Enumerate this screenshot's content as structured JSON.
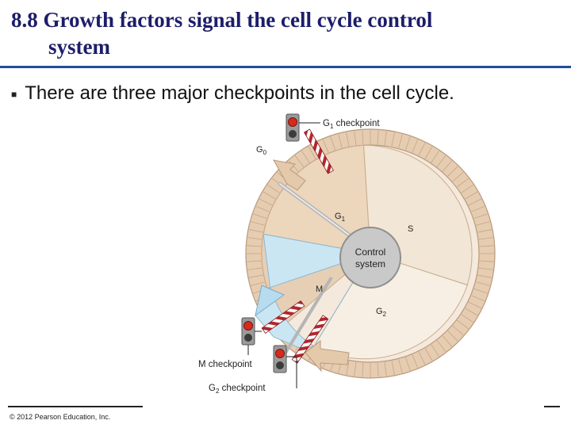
{
  "slide": {
    "title_line1": "8.8 Growth factors signal the cell cycle control",
    "title_line2": "system",
    "bullet": "There are three major checkpoints in the cell cycle.",
    "copyright": "© 2012 Pearson Education, Inc."
  },
  "diagram": {
    "phases": {
      "g0": "G",
      "g0_sub": "0",
      "g1": "G",
      "g1_sub": "1",
      "s": "S",
      "g2": "G",
      "g2_sub": "2",
      "m": "M"
    },
    "control_system": {
      "line1": "Control",
      "line2": "system"
    },
    "checkpoints": {
      "g1_prefix": "G",
      "g1_sub": "1",
      "g1_suffix": " checkpoint",
      "m": "M checkpoint",
      "g2_prefix": "G",
      "g2_sub": "2",
      "g2_suffix": " checkpoint"
    }
  },
  "colors": {
    "title": "#1d1d6b",
    "rule": "#1f4e9a",
    "g1_sector": "#ecd6bc",
    "s_sector": "#f2e6d6",
    "g2_sector": "#f6ede2",
    "m_sector": "#cbe6f3",
    "ring": "#e8d0b4",
    "control_system": "#c9c9c9",
    "signal_red": "#d62a1e"
  }
}
